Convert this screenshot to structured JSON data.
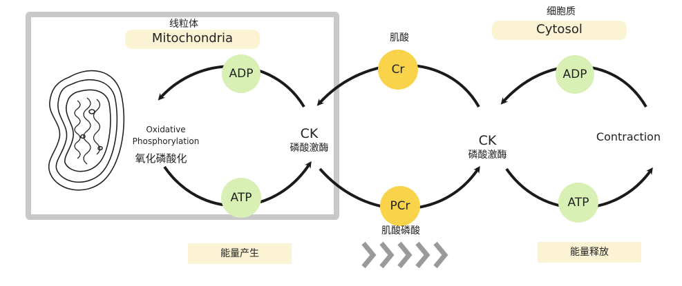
{
  "mitochondria": {
    "title_cn": "线粒体",
    "title_en": "Mitochondria",
    "process_en_line1": "Oxidative",
    "process_en_line2": "Phosphorylation",
    "process_cn": "氧化磷酸化",
    "adp_label": "ADP",
    "atp_label": "ATP",
    "ck_en": "CK",
    "ck_cn": "磷酸激酶",
    "footer_cn": "能量产生"
  },
  "shuttle": {
    "cr_cn": "肌酸",
    "cr_label": "Cr",
    "pcr_label": "PCr",
    "pcr_cn": "肌酸磷酸"
  },
  "cytosol": {
    "title_cn": "细胞质",
    "title_en": "Cytosol",
    "adp_label": "ADP",
    "atp_label": "ATP",
    "ck_en": "CK",
    "ck_cn": "磷酸激酶",
    "contraction": "Contraction",
    "footer_cn": "能量释放"
  },
  "colors": {
    "adp_atp_node": "#d8f0b4",
    "creatine_node": "#f9d34a",
    "label_box": "#fbf3d4",
    "frame": "#c8c8c8",
    "chevrons": "#9a9a9a"
  }
}
